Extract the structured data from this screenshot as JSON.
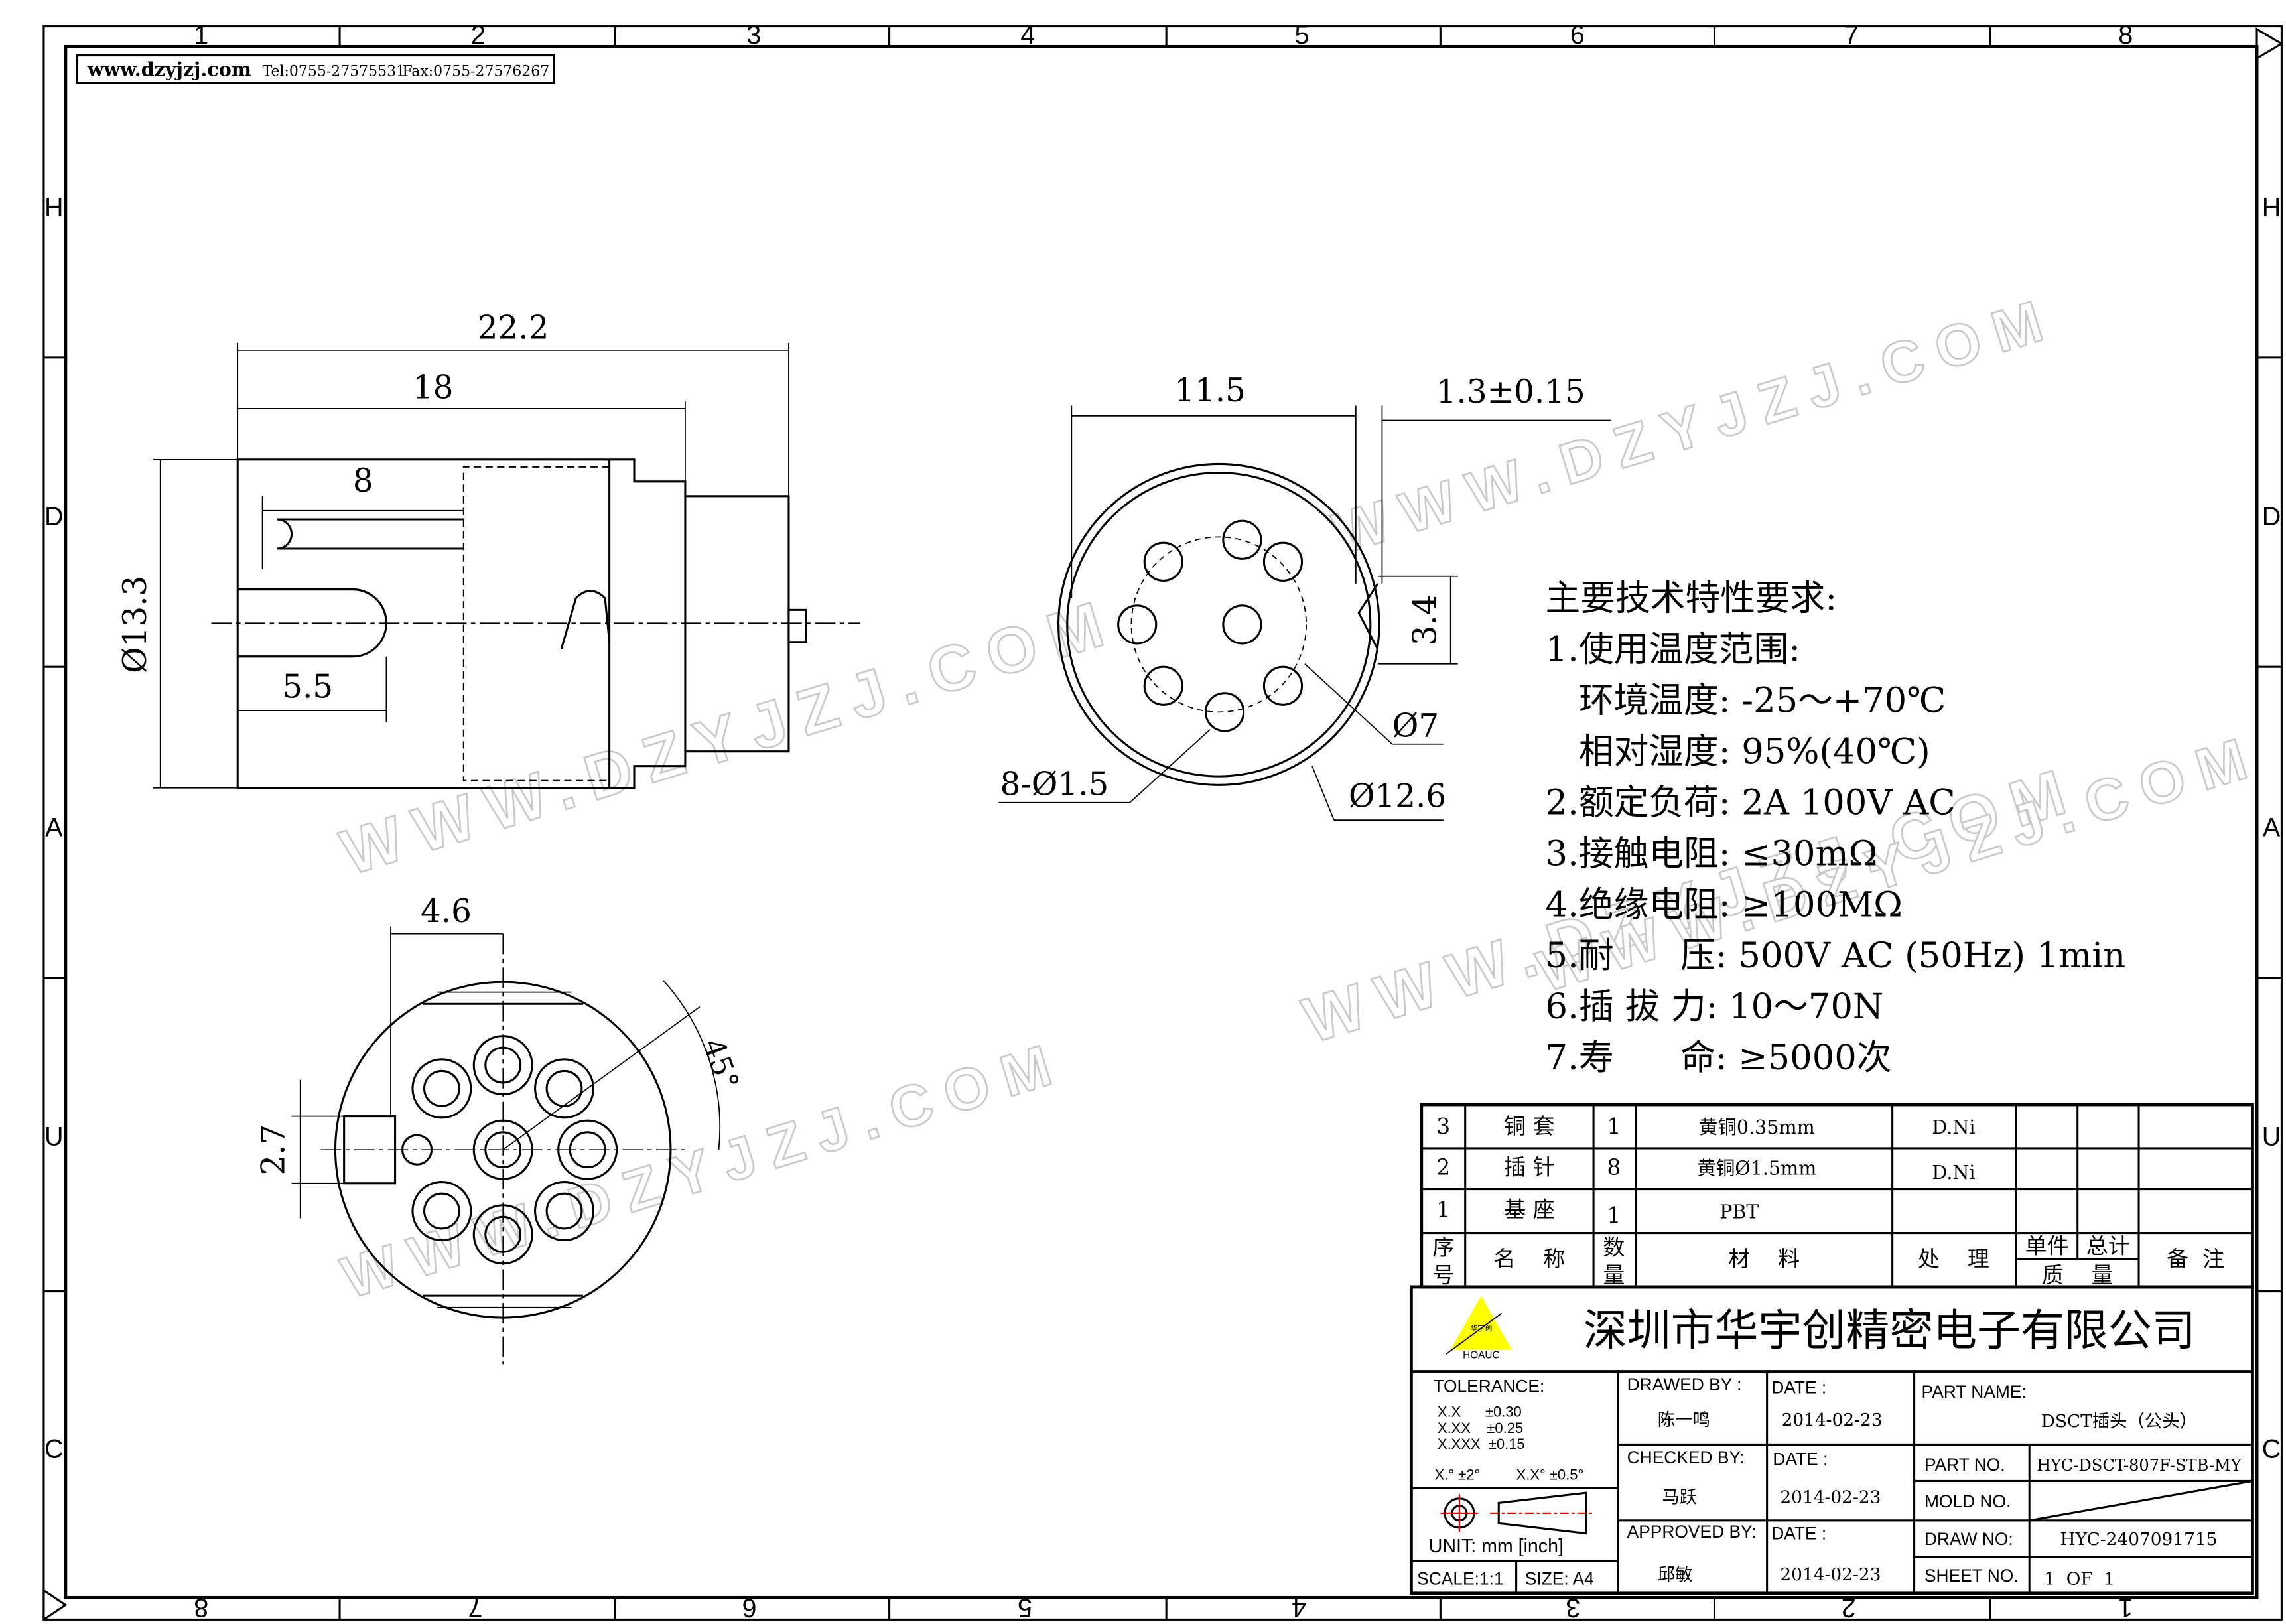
{
  "header": {
    "website": "www.dzyjzj.com",
    "tel": "Tel:0755-27575531",
    "fax": "Fax:0755-27576267"
  },
  "grid": {
    "columns": [
      "1",
      "2",
      "3",
      "4",
      "5",
      "6",
      "7",
      "8"
    ],
    "rows": [
      "H",
      "D",
      "A",
      "U",
      "C"
    ]
  },
  "watermark": "WWW.DZYJZJ.COM",
  "dimensions": {
    "side_overall": "22.2",
    "side_body": "18",
    "side_slot": "8",
    "side_diameter": "Ø13.3",
    "side_slot_width": "5.5",
    "front_width": "11.5",
    "front_thickness": "1.3±0.15",
    "front_key": "3.4",
    "front_pcd": "Ø7",
    "front_outer": "Ø12.6",
    "front_holes": "8-Ø1.5",
    "bottom_width": "4.6",
    "bottom_key": "2.7",
    "bottom_angle": "45°"
  },
  "specs": {
    "title": "主要技术特性要求:",
    "lines": [
      "1.使用温度范围:",
      "   环境温度: -25～+70℃",
      "   相对湿度: 95%(40℃)",
      "2.额定负荷: 2A 100V AC",
      "3.接触电阻: ≤30mΩ",
      "4.绝缘电阻: ≥100MΩ",
      "5.耐      压: 500V AC (50Hz) 1min",
      "6.插 拔 力: 10～70N",
      "7.寿      命: ≥5000次"
    ]
  },
  "bom": {
    "rows": [
      {
        "no": "3",
        "name": "铜 套",
        "qty": "1",
        "material": "黄铜0.35mm",
        "finish": "D.Ni"
      },
      {
        "no": "2",
        "name": "插 针",
        "qty": "8",
        "material": "黄铜Ø1.5mm",
        "finish": "D.Ni"
      },
      {
        "no": "1",
        "name": "基 座",
        "qty": "1",
        "material": "PBT",
        "finish": ""
      }
    ],
    "headers": {
      "no_1": "序",
      "no_2": "号",
      "name": "名    称",
      "qty_1": "数",
      "qty_2": "量",
      "material": "材    料",
      "finish": "处    理",
      "unit": "单件",
      "total": "总计",
      "weight": "质    量",
      "remark": "备  注"
    }
  },
  "company": {
    "name": "深圳市华宇创精密电子有限公司",
    "logo_text": "HOAUC",
    "logo_cn": "华宇创"
  },
  "title_block": {
    "tolerance_label": "TOLERANCE:",
    "tol": [
      "X.X      ±0.30",
      "X.XX    ±0.25",
      "X.XXX  ±0.15"
    ],
    "tol_angle_1": "X.° ±2°",
    "tol_angle_2": "X.X° ±0.5°",
    "unit": "UNIT:  mm  [inch]",
    "scale": "SCALE:1:1",
    "size": "SIZE:  A4",
    "drawed_by_label": "DRAWED BY :",
    "drawed_by": "陈一鸣",
    "checked_by_label": "CHECKED BY:",
    "checked_by": "马跃",
    "approved_by_label": "APPROVED BY:",
    "approved_by": "邱敏",
    "date_label": "DATE :",
    "date_1": "2014-02-23",
    "date_2": "2014-02-23",
    "date_3": "2014-02-23",
    "part_name_label": "PART NAME:",
    "part_name": "DSCT插头（公头）",
    "part_no_label": "PART  NO.",
    "part_no": "HYC-DSCT-807F-STB-MY",
    "mold_no_label": "MOLD  NO.",
    "draw_no_label": "DRAW  NO:",
    "draw_no": "HYC-2407091715",
    "sheet_no_label": "SHEET  NO.",
    "sheet_no": "1  OF  1"
  }
}
